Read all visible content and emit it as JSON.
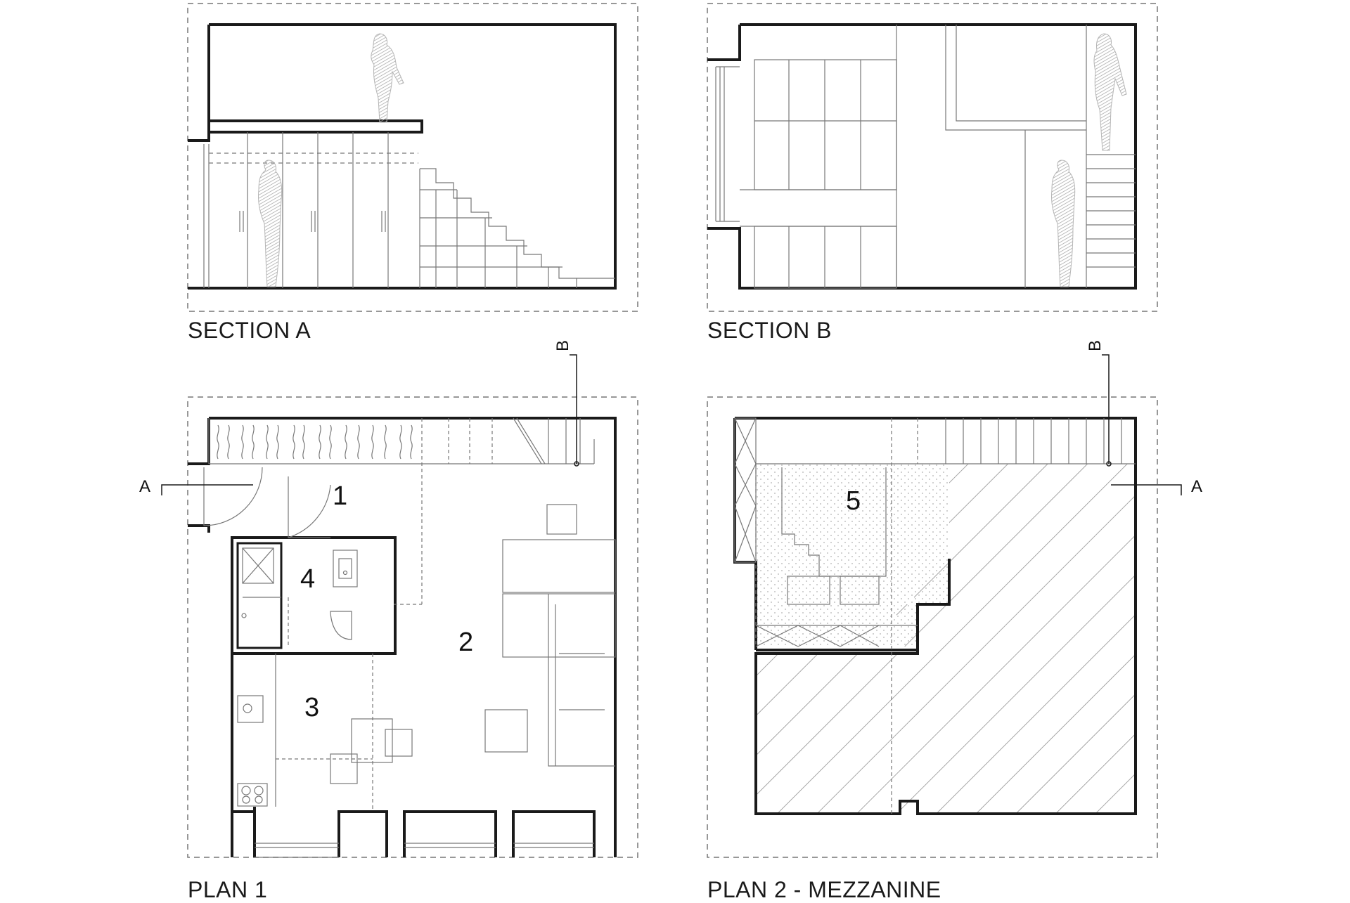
{
  "panels": {
    "section_a": {
      "title": "SECTION A"
    },
    "section_b": {
      "title": "SECTION B"
    },
    "plan_1": {
      "title": "PLAN 1",
      "section_markers": [
        "A",
        "B"
      ],
      "rooms": [
        "1",
        "2",
        "3",
        "4"
      ]
    },
    "plan_2": {
      "title": "PLAN 2 - MEZZANINE",
      "section_markers": [
        "A",
        "B"
      ],
      "rooms": [
        "5"
      ]
    }
  },
  "colors": {
    "line": "#1a1a1a",
    "thin_line": "#777777",
    "hatch": "#8a8a8a",
    "figure": "#b5b5b5"
  }
}
